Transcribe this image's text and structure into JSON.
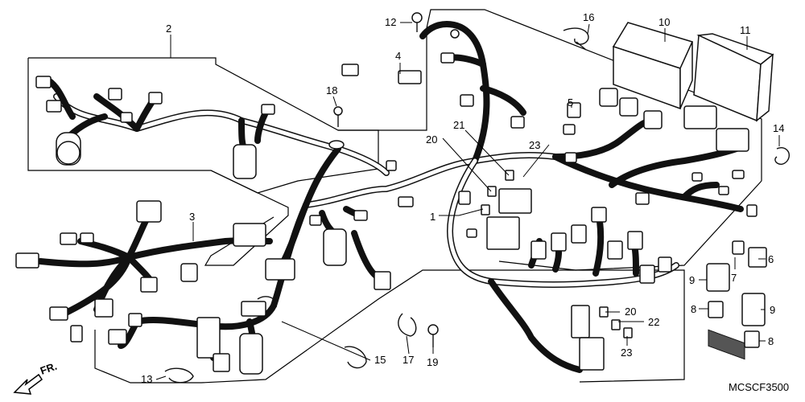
{
  "diagram": {
    "code": "MCSCF3500",
    "direction_label": "FR.",
    "callouts": [
      {
        "id": "c1",
        "label": "1"
      },
      {
        "id": "c2",
        "label": "2"
      },
      {
        "id": "c3",
        "label": "3"
      },
      {
        "id": "c4",
        "label": "4"
      },
      {
        "id": "c5",
        "label": "5"
      },
      {
        "id": "c6",
        "label": "6"
      },
      {
        "id": "c7",
        "label": "7"
      },
      {
        "id": "c8a",
        "label": "8"
      },
      {
        "id": "c8b",
        "label": "8"
      },
      {
        "id": "c9a",
        "label": "9"
      },
      {
        "id": "c9b",
        "label": "9"
      },
      {
        "id": "c10",
        "label": "10"
      },
      {
        "id": "c11",
        "label": "11"
      },
      {
        "id": "c12",
        "label": "12"
      },
      {
        "id": "c13",
        "label": "13"
      },
      {
        "id": "c14",
        "label": "14"
      },
      {
        "id": "c15",
        "label": "15"
      },
      {
        "id": "c16",
        "label": "16"
      },
      {
        "id": "c17",
        "label": "17"
      },
      {
        "id": "c18",
        "label": "18"
      },
      {
        "id": "c19",
        "label": "19"
      },
      {
        "id": "c20a",
        "label": "20"
      },
      {
        "id": "c20b",
        "label": "20"
      },
      {
        "id": "c21",
        "label": "21"
      },
      {
        "id": "c22",
        "label": "22"
      },
      {
        "id": "c23a",
        "label": "23"
      },
      {
        "id": "c23b",
        "label": "23"
      }
    ]
  }
}
